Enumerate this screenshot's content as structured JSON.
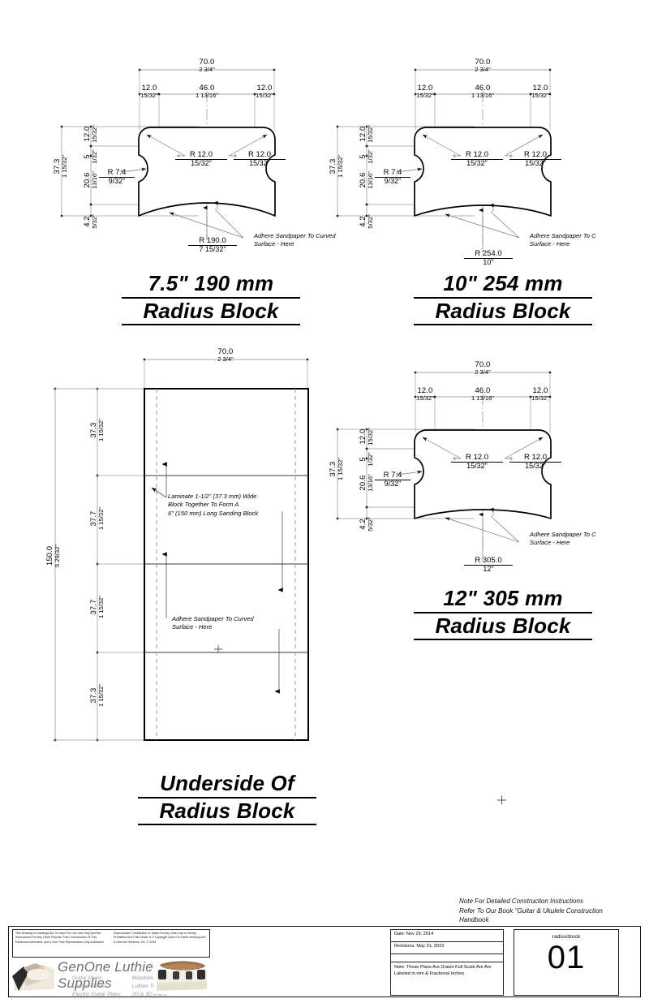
{
  "sheet": {
    "units_note": "mm & Fractional Inches"
  },
  "common": {
    "width_mm": "70.0",
    "width_in": "2 3/4\"",
    "edge_mm": "12.0",
    "edge_in": "15/32\"",
    "center_mm": "46.0",
    "center_in": "1 13/16\"",
    "height_mm": "37.3",
    "height_in": "1 15/32\"",
    "v12_mm": "12.0",
    "v12_in": "15/32\"",
    "v5_mm": "5",
    "v5_in": "1/32\"",
    "v206_mm": "20.6",
    "v206_in": "13/16\"",
    "v42_mm": "4.2",
    "v42_in": "5/32\"",
    "corner_r_mm": "R 12.0",
    "corner_r_in": "15/32\"",
    "cove_r_mm": "R 7.4",
    "cove_r_in": "9/32\"",
    "sandpaper_note_l1": "Adhere Sandpaper To Curved",
    "sandpaper_note_l2": "Surface - Here",
    "sandpaper_note_clipped": "Adhere Sandpaper To C"
  },
  "blocks": [
    {
      "id": "block-7-5",
      "title_l1": "7.5\" 190 mm",
      "title_l2": "Radius Block",
      "radius_mm": "R 190.0",
      "radius_in": "7 15/32\""
    },
    {
      "id": "block-10",
      "title_l1": "10\" 254 mm",
      "title_l2": "Radius Block",
      "radius_mm": "R 254.0",
      "radius_in": "10\""
    },
    {
      "id": "block-12",
      "title_l1": "12\" 305 mm",
      "title_l2": "Radius Block",
      "radius_mm": "R 305.0",
      "radius_in": "12\""
    }
  ],
  "underside": {
    "title_l1": "Underside Of",
    "title_l2": "Radius Block",
    "width_mm": "70.0",
    "width_in": "2 3/4\"",
    "total_mm": "150.0",
    "total_in": "5 29/32\"",
    "seg1_mm": "37.3",
    "seg1_in": "1 15/32\"",
    "seg2_mm": "37.7",
    "seg2_in": "1 15/32\"",
    "seg3_mm": "37.7",
    "seg3_in": "1 15/32\"",
    "seg4_mm": "37.3",
    "seg4_in": "1 15/32\"",
    "laminate_l1": "Laminate 1-1/2\" (37.3 mm) Wide",
    "laminate_l2": "Block Together To Form A",
    "laminate_l3": "6\" (150 mm) Long Sanding Block",
    "sandpaper_l1": "Adhere Sandpaper To Curved",
    "sandpaper_l2": "Surface - Here"
  },
  "reference_note": {
    "l1": "Note For Detailed Construction Instructions",
    "l2": "Refer To Our Book \"Guitar & Ukulele Construction",
    "l3": "Handbook"
  },
  "title_block": {
    "legal_left": "This Drawing or Drawings Are To Used For One Use Only And Not Reproduced For Any Other Purpose Than Construction Of This Particular Instrument, and a One Time Reproduction Only is Allowed",
    "legal_right": "Reproduction, Distribution or Sales For Any Other Use Is Strictly Prohibited And Falls Under U.S Copyright Laws For David Vertburg AIA & GenOne Services, Inc. © 2019",
    "company": "GenOne Luthier Supplies",
    "plans_col1": [
      "Guitar Plans",
      "Ukulele Plans",
      "Electric Guitar Plans"
    ],
    "plans_col2": [
      "Mandolin Plans",
      "Luthier Tool Plans",
      "2D & 3D Plans"
    ],
    "date": "Date: Nov 29, 2014",
    "revisions": "Revisions: May 31, 2019",
    "blank_row": "",
    "scale_note": "Note: These Plans Are Drawn Full Scale Are Are Labeled in mm & Fractional Inches",
    "drawing_name": "radiusblock",
    "sheet_number": "01"
  },
  "colors": {
    "line": "#000000",
    "dim_line": "#8a8a8a",
    "leader": "#7a7a7a",
    "border": "#111111"
  }
}
